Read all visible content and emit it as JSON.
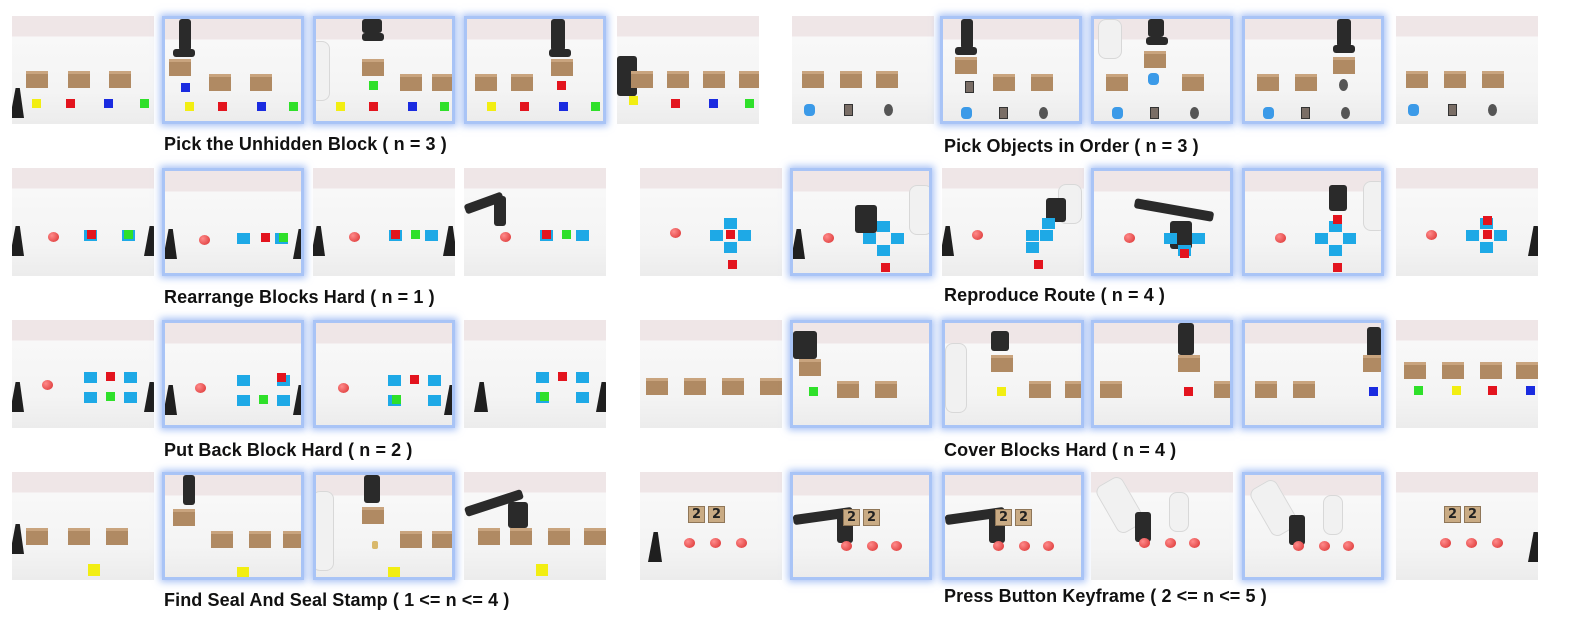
{
  "captions": {
    "pick_unhidden": "Pick the Unhidden Block ( n = 3 )",
    "pick_order": "Pick Objects in Order ( n = 3 )",
    "rearrange": "Rearrange Blocks Hard ( n = 1 )",
    "reproduce": "Reproduce Route ( n = 4 )",
    "put_back": "Put Back Block Hard ( n = 2 )",
    "cover": "Cover Blocks Hard ( n = 4 )",
    "seal": "Find Seal And Seal Stamp ( 1 <= n <= 4 )",
    "press": "Press Button Keyframe ( 2 <= n <= 5 )"
  },
  "cards": {
    "a": "2",
    "b": "2"
  },
  "colors": {
    "red": "#e3141e",
    "green": "#2fe02a",
    "blue": "#1a2be0",
    "yellow": "#f2ee12",
    "tile": "#1ea9e6",
    "keyframe_border": "#a9c4f6"
  }
}
